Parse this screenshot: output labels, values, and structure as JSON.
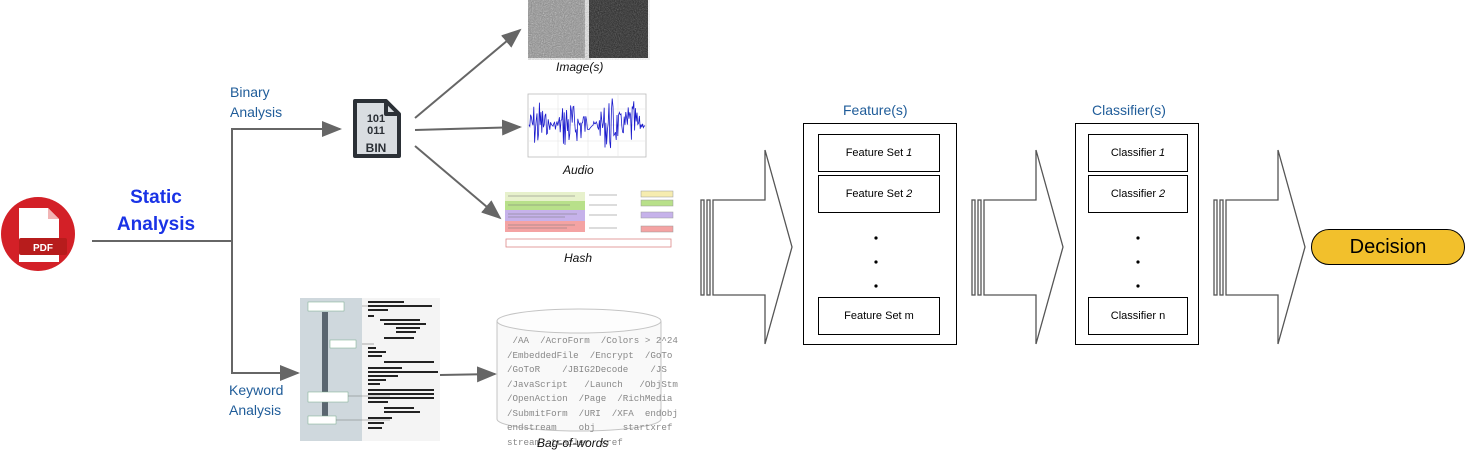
{
  "pdf_icon": {
    "name": "pdf-file-icon",
    "text": "PDF",
    "color": "#d32027"
  },
  "static_analysis": {
    "line1": "Static",
    "line2": "Analysis",
    "color": "#1a33e6"
  },
  "binary_analysis": {
    "line1": "Binary",
    "line2": "Analysis"
  },
  "keyword_analysis": {
    "line1": "Keyword",
    "line2": "Analysis"
  },
  "bin_icon": {
    "name": "binary-file-icon",
    "line1": "101",
    "line2": "011",
    "line3": "BIN"
  },
  "representations": {
    "images": "Image(s)",
    "audio": "Audio",
    "hash": "Hash",
    "bag_of_words": "Bag-of-words"
  },
  "bag_of_words_lines": [
    " /AA  /AcroForm  /Colors > 2^24",
    "/EmbeddedFile  /Encrypt  /GoTo",
    "/GoToR    /JBIG2Decode    /JS",
    "/JavaScript   /Launch   /ObjStm",
    "/OpenAction  /Page  /RichMedia",
    "/SubmitForm  /URI  /XFA  endobj",
    "endstream    obj     startxref",
    "stream  trailer  xref"
  ],
  "features": {
    "title": "Feature(s)",
    "sets": [
      {
        "label": "Feature Set",
        "idx": "1"
      },
      {
        "label": "Feature Set",
        "idx": "2"
      },
      {
        "label": "Feature Set m",
        "idx": ""
      }
    ]
  },
  "classifiers": {
    "title": "Classifier(s)",
    "items": [
      {
        "label": "Classifier",
        "idx": "1"
      },
      {
        "label": "Classifier",
        "idx": "2"
      },
      {
        "label": "Classifier n",
        "idx": ""
      }
    ]
  },
  "decision": {
    "label": "Decision",
    "color": "#f2c02c"
  },
  "colors": {
    "accent_blue": "#1f5c99",
    "arrow_gray": "#666666",
    "signal": "#1a1acc"
  }
}
